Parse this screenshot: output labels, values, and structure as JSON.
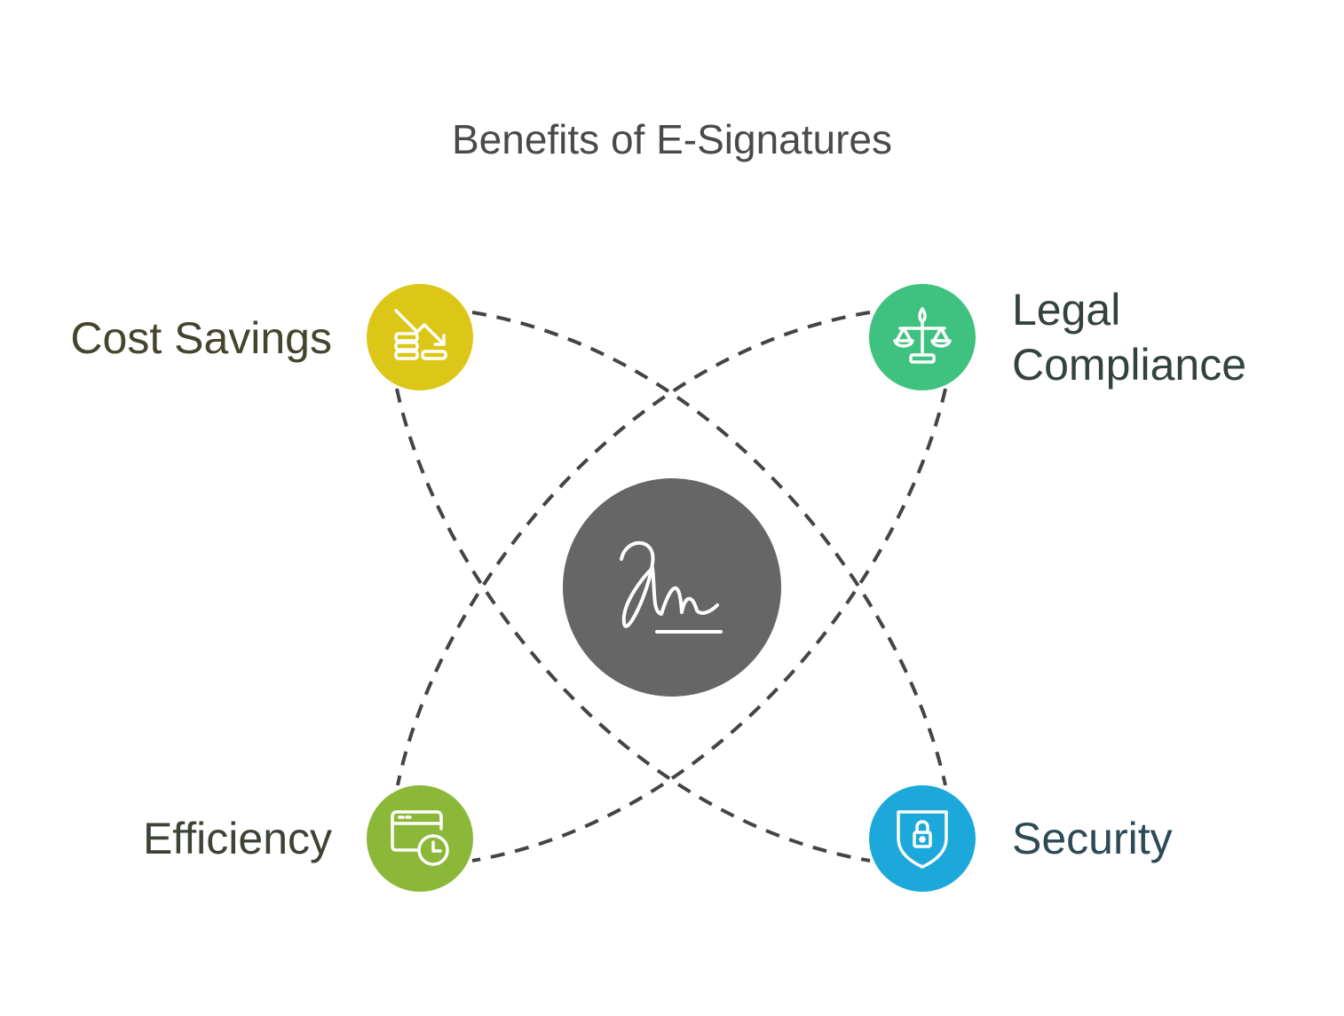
{
  "title": "Benefits of E-Signatures",
  "center": {
    "icon": "signature-icon",
    "color": "#666666"
  },
  "benefits": [
    {
      "label": "Cost Savings",
      "icon": "decreasing-coins-icon",
      "color": "#dcc719"
    },
    {
      "label": "Legal Compliance",
      "icon": "scales-icon",
      "color": "#3fc27f"
    },
    {
      "label": "Efficiency",
      "icon": "calendar-clock-icon",
      "color": "#8cb83a"
    },
    {
      "label": "Security",
      "icon": "shield-lock-icon",
      "color": "#1da8dc"
    }
  ],
  "connector_color": "#444444"
}
